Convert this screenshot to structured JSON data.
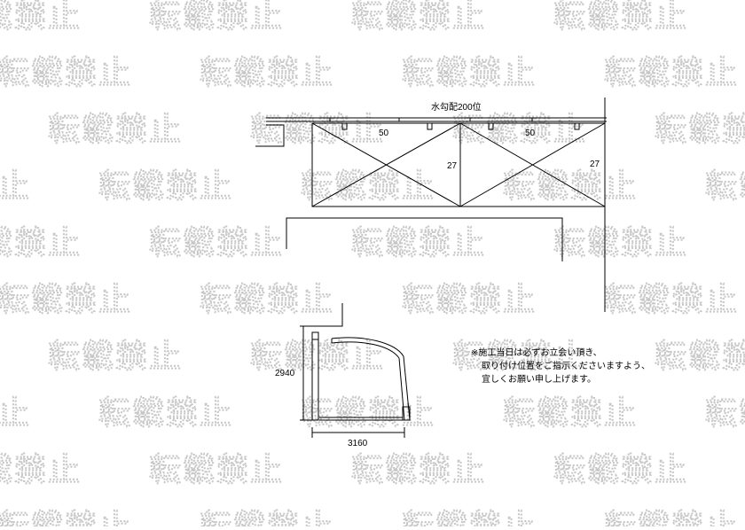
{
  "watermark": {
    "text": "転載禁止"
  },
  "plan": {
    "slope_note": "水勾配200位",
    "dim_left_top": "50",
    "dim_right_top": "50",
    "dim_left_side": "27",
    "dim_right_side": "27"
  },
  "elevation": {
    "height_label": "2940",
    "width_label": "3160"
  },
  "note": {
    "line1": "※施工当日は必ずお立会い頂き、",
    "line2": "取り付け位置をご指示くださいますよう、",
    "line3": "宜しくお願い申し上げます。"
  }
}
